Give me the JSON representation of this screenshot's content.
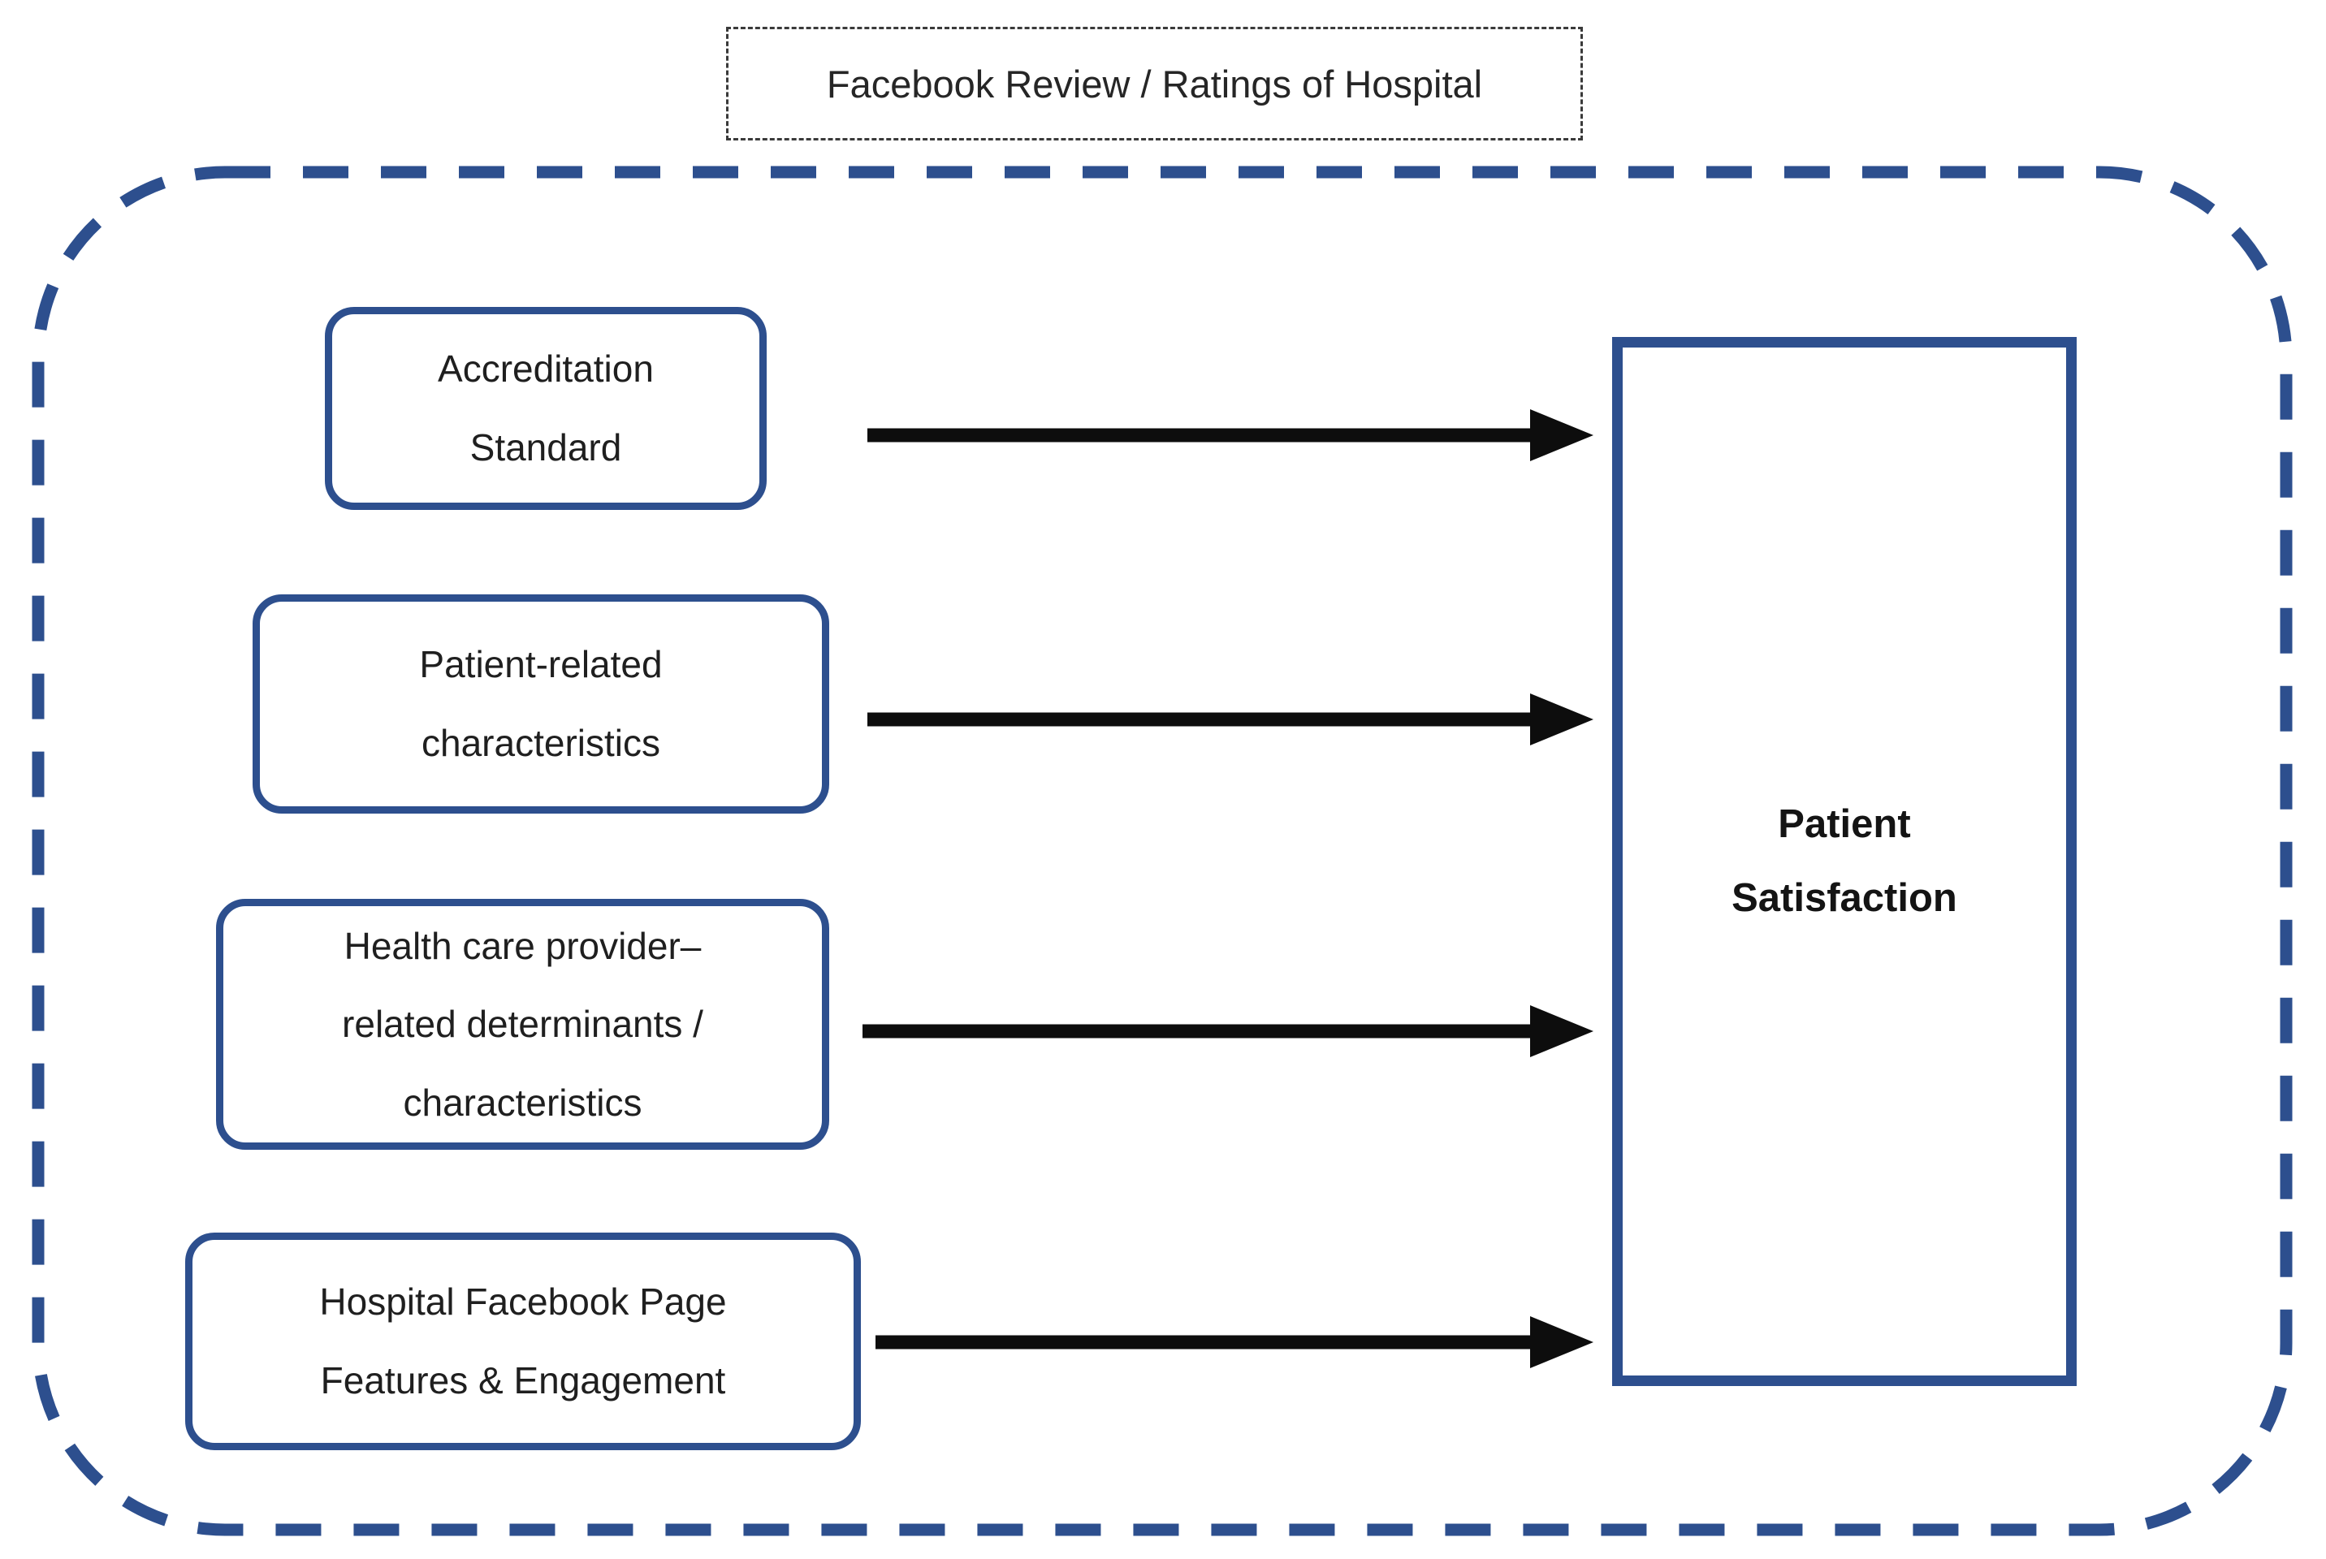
{
  "title": {
    "text": "Facebook Review / Ratings of Hospital"
  },
  "diagram": {
    "factors": [
      {
        "id": "accreditation-standard",
        "label": "Accreditation\nStandard"
      },
      {
        "id": "patient-related-characteristics",
        "label": "Patient-related\ncharacteristics"
      },
      {
        "id": "provider-related-determinants",
        "label": "Health care provider–\nrelated determinants /\ncharacteristics"
      },
      {
        "id": "hospital-facebook-page",
        "label": "Hospital Facebook Page\nFeatures & Engagement"
      }
    ],
    "outcome": {
      "label": "Patient\nSatisfaction"
    },
    "colors": {
      "box_border_blue": "#2d4f8e",
      "arrow_black": "#0d0d0d",
      "title_border_gray": "#3a3a3a",
      "text": "#1f1f1f",
      "background": "#ffffff"
    }
  }
}
